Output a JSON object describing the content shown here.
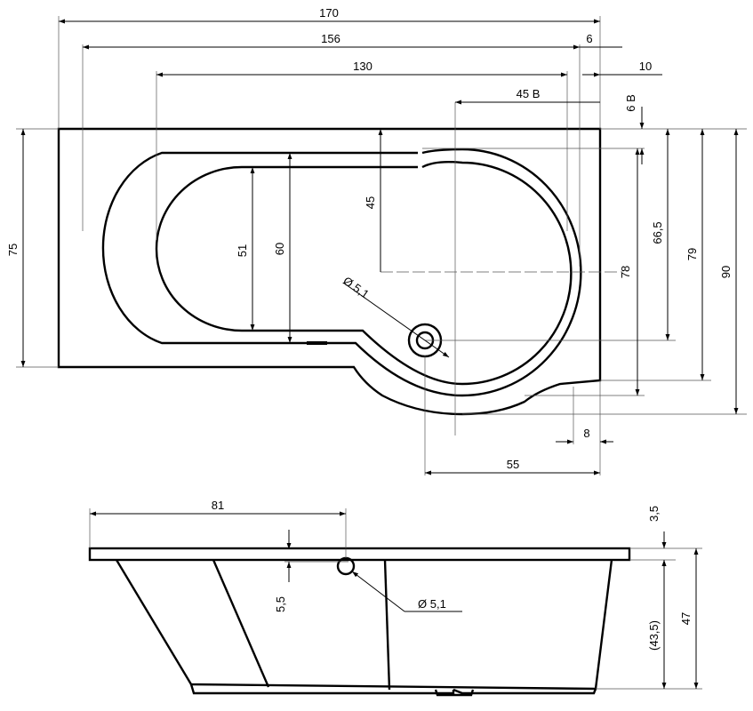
{
  "dimensions": {
    "total_length": "170",
    "length_156": "156",
    "offset_6": "6",
    "length_130": "130",
    "offset_10": "10",
    "length_45b": "45 B",
    "offset_6b": "6 B",
    "width_75": "75",
    "inner_width_51": "51",
    "inner_width_60": "60",
    "depth_45": "45",
    "drain_diameter_top": "Ø 5,1",
    "width_78": "78",
    "width_66_5": "66,5",
    "width_79": "79",
    "width_90": "90",
    "offset_8": "8",
    "length_55": "55",
    "length_81": "81",
    "rim_3_5": "3,5",
    "overflow_5_5": "5,5",
    "overflow_diameter": "Ø 5,1",
    "depth_43_5": "(43,5)",
    "height_47": "47"
  }
}
